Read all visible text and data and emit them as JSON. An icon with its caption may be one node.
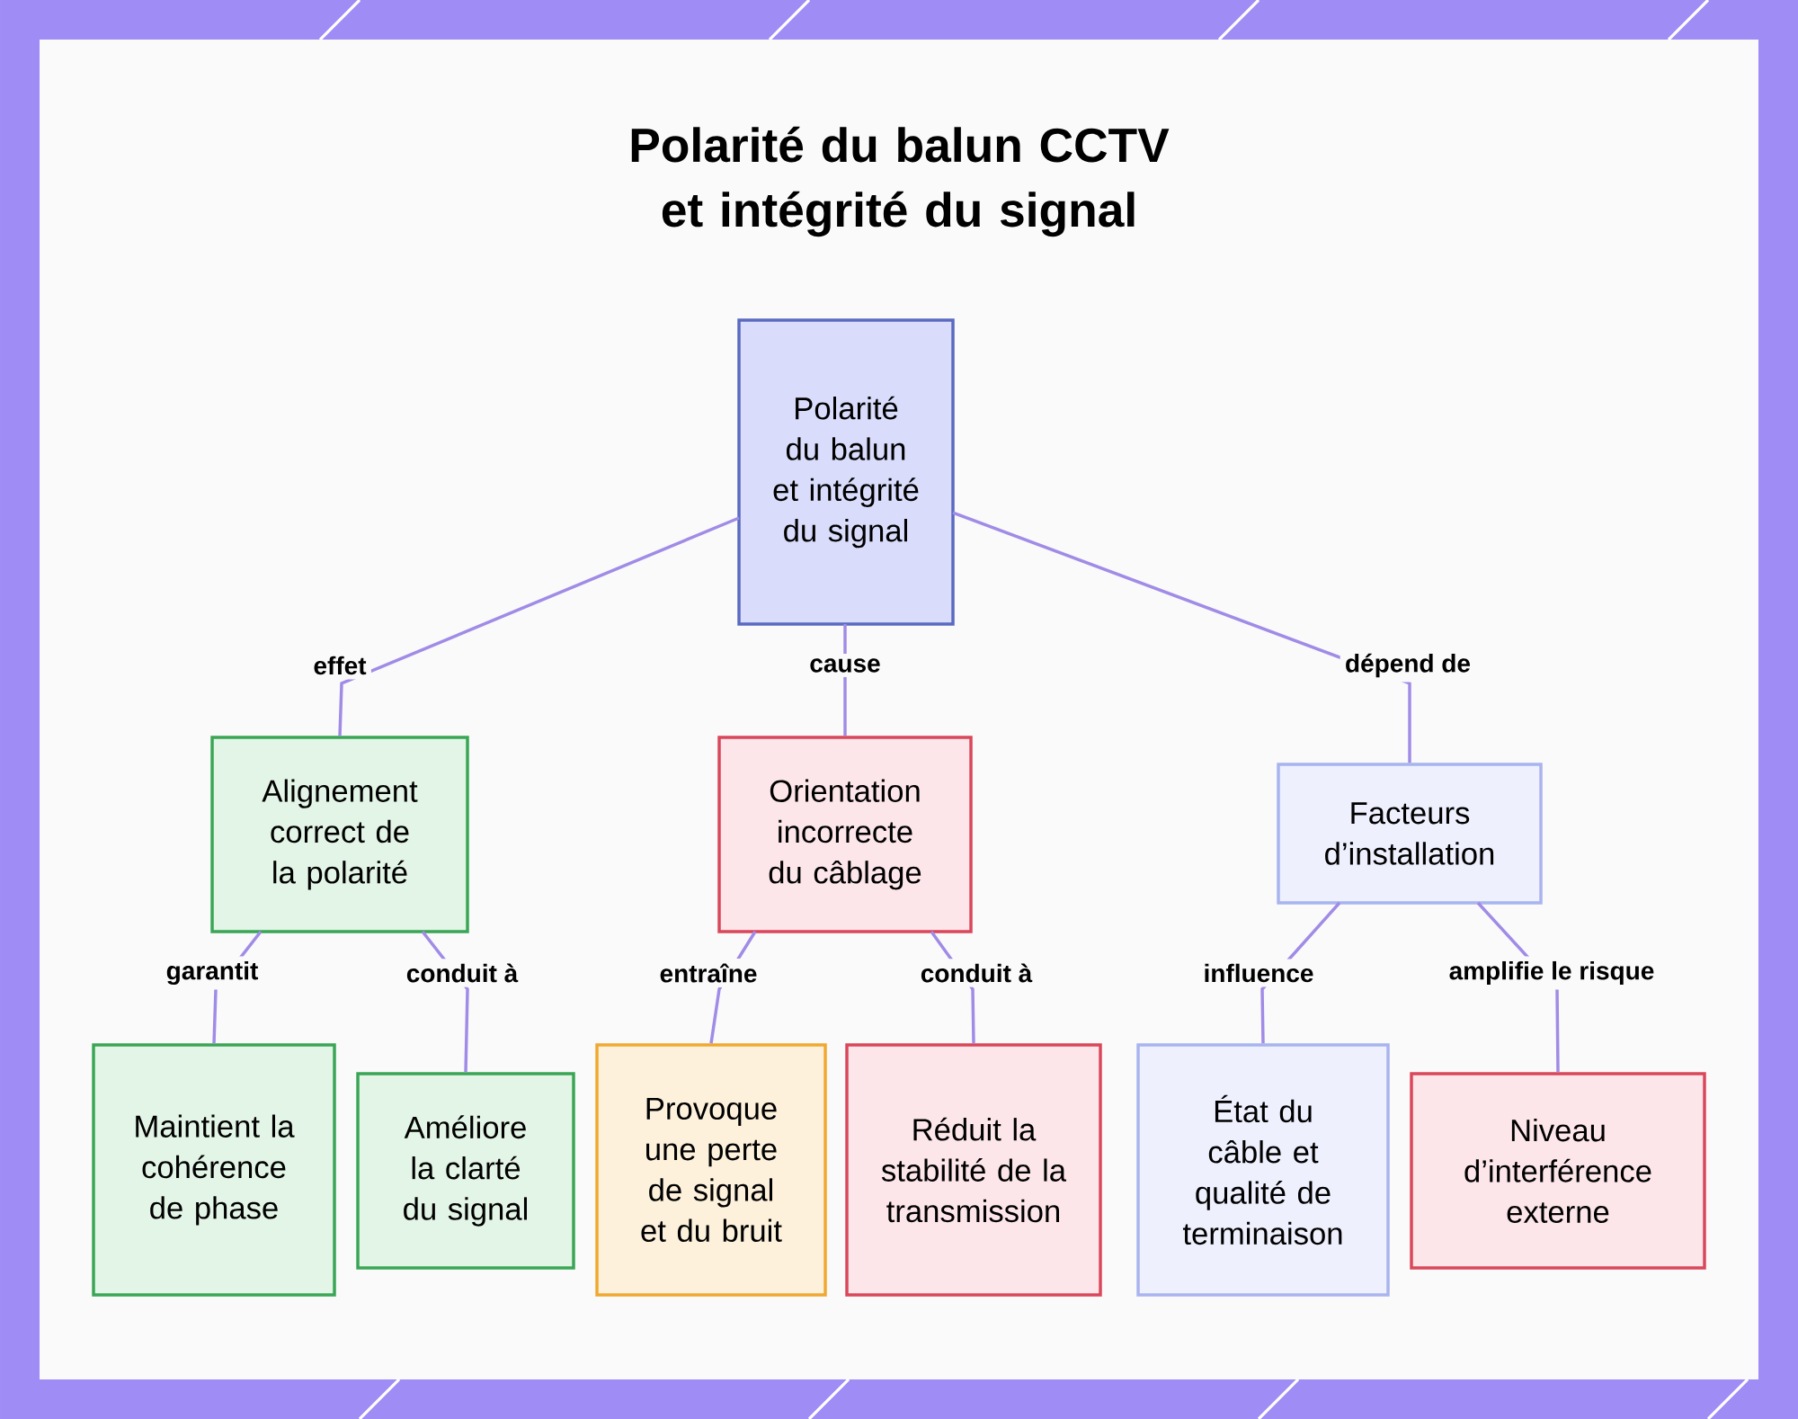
{
  "diagram": {
    "title": "Polarité du balun CCTV et intégrité du signal",
    "nodes": [
      {
        "text": [
          "Polarité du balun et intégrité du signal"
        ]
      },
      {
        "text": [
          "Alignement correct de la polarité"
        ]
      },
      {
        "text": [
          "Orientation incorrecte du câblage"
        ]
      },
      {
        "text": [
          "Facteurs d’installation"
        ]
      },
      {
        "text": [
          "Maintient la cohérence de phase"
        ]
      },
      {
        "text": [
          "Améliore la clarté du signal"
        ]
      },
      {
        "text": [
          "Provoque une perte de signal et du bruit"
        ]
      },
      {
        "text": [
          "Réduit la stabilité de la transmission"
        ]
      },
      {
        "text": [
          "État du câble et qualité de terminaison"
        ]
      },
      {
        "text": [
          "Niveau d’interférence externe"
        ]
      }
    ],
    "edges": [
      {
        "from": 0,
        "to": 1,
        "arrow": "none",
        "label": "effet"
      },
      {
        "from": 0,
        "to": 2,
        "arrow": "none",
        "label": "cause"
      },
      {
        "from": 0,
        "to": 3,
        "arrow": "none",
        "label": "dépend de"
      },
      {
        "from": 1,
        "to": 4,
        "arrow": "none",
        "label": "garantit"
      },
      {
        "from": 1,
        "to": 5,
        "arrow": "none",
        "label": "conduit à"
      },
      {
        "from": 2,
        "to": 6,
        "arrow": "none",
        "label": "entraîne"
      },
      {
        "from": 2,
        "to": 7,
        "arrow": "none",
        "label": "conduit à"
      },
      {
        "from": 3,
        "to": 8,
        "arrow": "none",
        "label": "influence"
      },
      {
        "from": 3,
        "to": 9,
        "arrow": "none",
        "label": "amplifie le risque"
      }
    ]
  }
}
